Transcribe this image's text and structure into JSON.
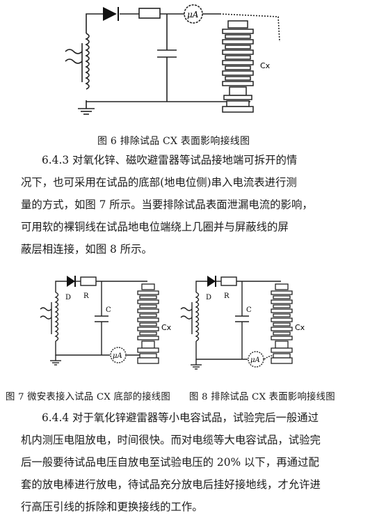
{
  "figures": {
    "fig6": {
      "caption": "图 6  排除试品 CX 表面影响接线图",
      "meter_label": "μA",
      "cx_label": "Cx"
    },
    "fig7": {
      "caption": "图 7 微安表接入试品 CX 底部的接线图",
      "meter_label": "μA",
      "d_label": "D",
      "r_label": "R",
      "c_label": "C",
      "cx_label": "Cx"
    },
    "fig8": {
      "caption": "图 8 排除试品 CX 表面影响接线图",
      "meter_label": "μA",
      "d_label": "D",
      "r_label": "R",
      "c_label": "C",
      "cx_label": "Cx"
    }
  },
  "paragraphs": {
    "p643": [
      "6.4.3 对氧化锌、磁吹避雷器等试品接地端可拆开的情",
      "况下，也可采用在试品的底部(地电位侧)串入电流表进行测",
      "量的方式，如图 7 所示。当要排除试品表面泄漏电流的影响，",
      "可用软的裸铜线在试品地电位端绕上几圈并与屏蔽线的屏",
      "蔽层相连接，如图 8 所示。"
    ],
    "p644": [
      "6.4.4 对于氧化锌避雷器等小电容试品，试验完后一般通过",
      "机内测压电阻放电，时间很快。而对电缆等大电容试品，试验完",
      "后一般要待试品电压自放电至试验电压的 20% 以下，再通过配",
      "套的放电棒进行放电，待试品充分放电后挂好接地线，才允许进",
      "行高压引线的拆除和更换接线的工作。"
    ]
  }
}
